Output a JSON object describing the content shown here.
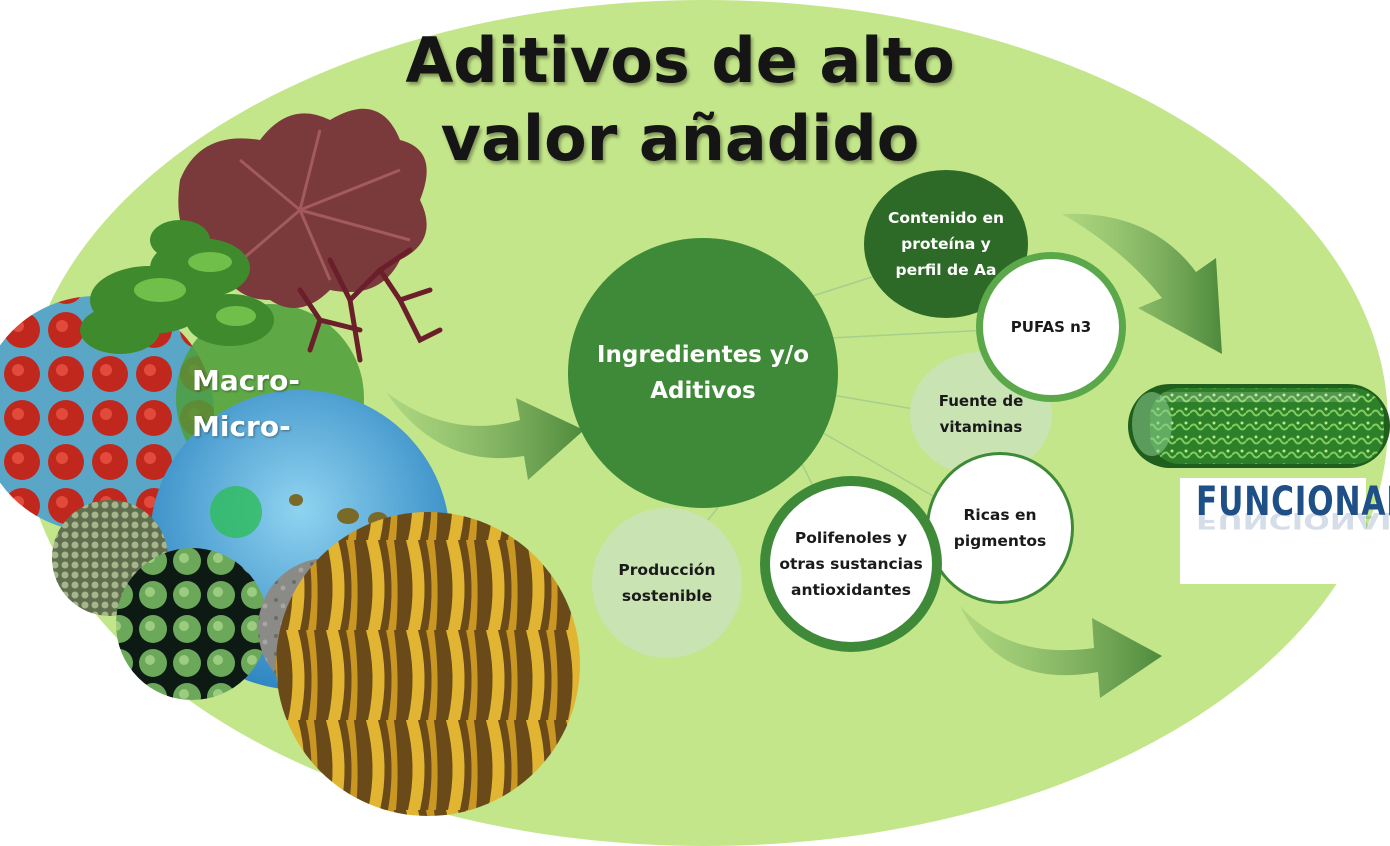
{
  "title": {
    "line1": "Aditivos de alto",
    "line2": "valor añadido"
  },
  "source_label": {
    "macro": "Macro-",
    "micro": "Micro-"
  },
  "hub": {
    "line1": "Ingredientes y/o",
    "line2": "Aditivos"
  },
  "properties": {
    "protein": [
      "Contenido en",
      "proteína y",
      "perfil de Aa"
    ],
    "pufas": "PUFAS n3",
    "vitamins": [
      "Fuente de",
      "vitaminas"
    ],
    "pigments": [
      "Ricas en",
      "pigmentos"
    ],
    "polyphenols": [
      "Polifenoles y",
      "otras sustancias",
      "antioxidantes"
    ],
    "sustainable": [
      "Producción",
      "sostenible"
    ]
  },
  "outcome": {
    "label": "FUNCIONAL"
  },
  "colors": {
    "background": "#c4e68a",
    "hub": "#3f8a38",
    "dark_green": "#2e6a27",
    "light_green": "#c9e3b2",
    "arrow": "#5e9a4a",
    "funcional": "#1e4f86"
  },
  "icons": {
    "seaweed_photos": "seaweed-collage-icon",
    "capsule": "capsule-icon"
  }
}
